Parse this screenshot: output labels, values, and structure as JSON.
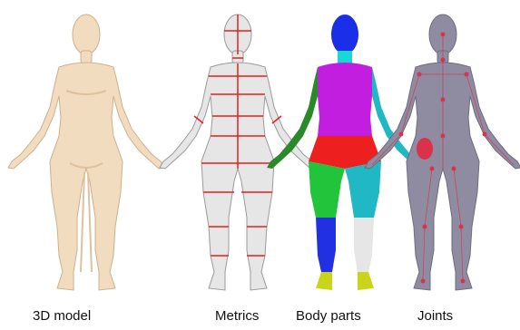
{
  "figure": {
    "captions": {
      "model": "3D model",
      "metrics": "Metrics",
      "body_parts": "Body parts",
      "joints": "Joints"
    },
    "colors": {
      "skin": "#f1dcc0",
      "skin_shade": "#dcc29f",
      "metrics_body": "#e6e6e6",
      "metric_lines": "#e02020",
      "joints_body": "#8f8ba1",
      "joint_dots": "#d8334a",
      "part_head": "#1b2fe8",
      "part_neck": "#19d7d7",
      "part_torso": "#c21ee0",
      "part_left_arm": "#2a8a2a",
      "part_right_arm": "#1fb8c4",
      "part_pelvis": "#ee1f1f",
      "part_left_leg": "#21c43b",
      "part_right_leg": "#1fb8c4",
      "part_lower_leg": "#2130e0",
      "part_feet": "#c8d51b"
    }
  }
}
